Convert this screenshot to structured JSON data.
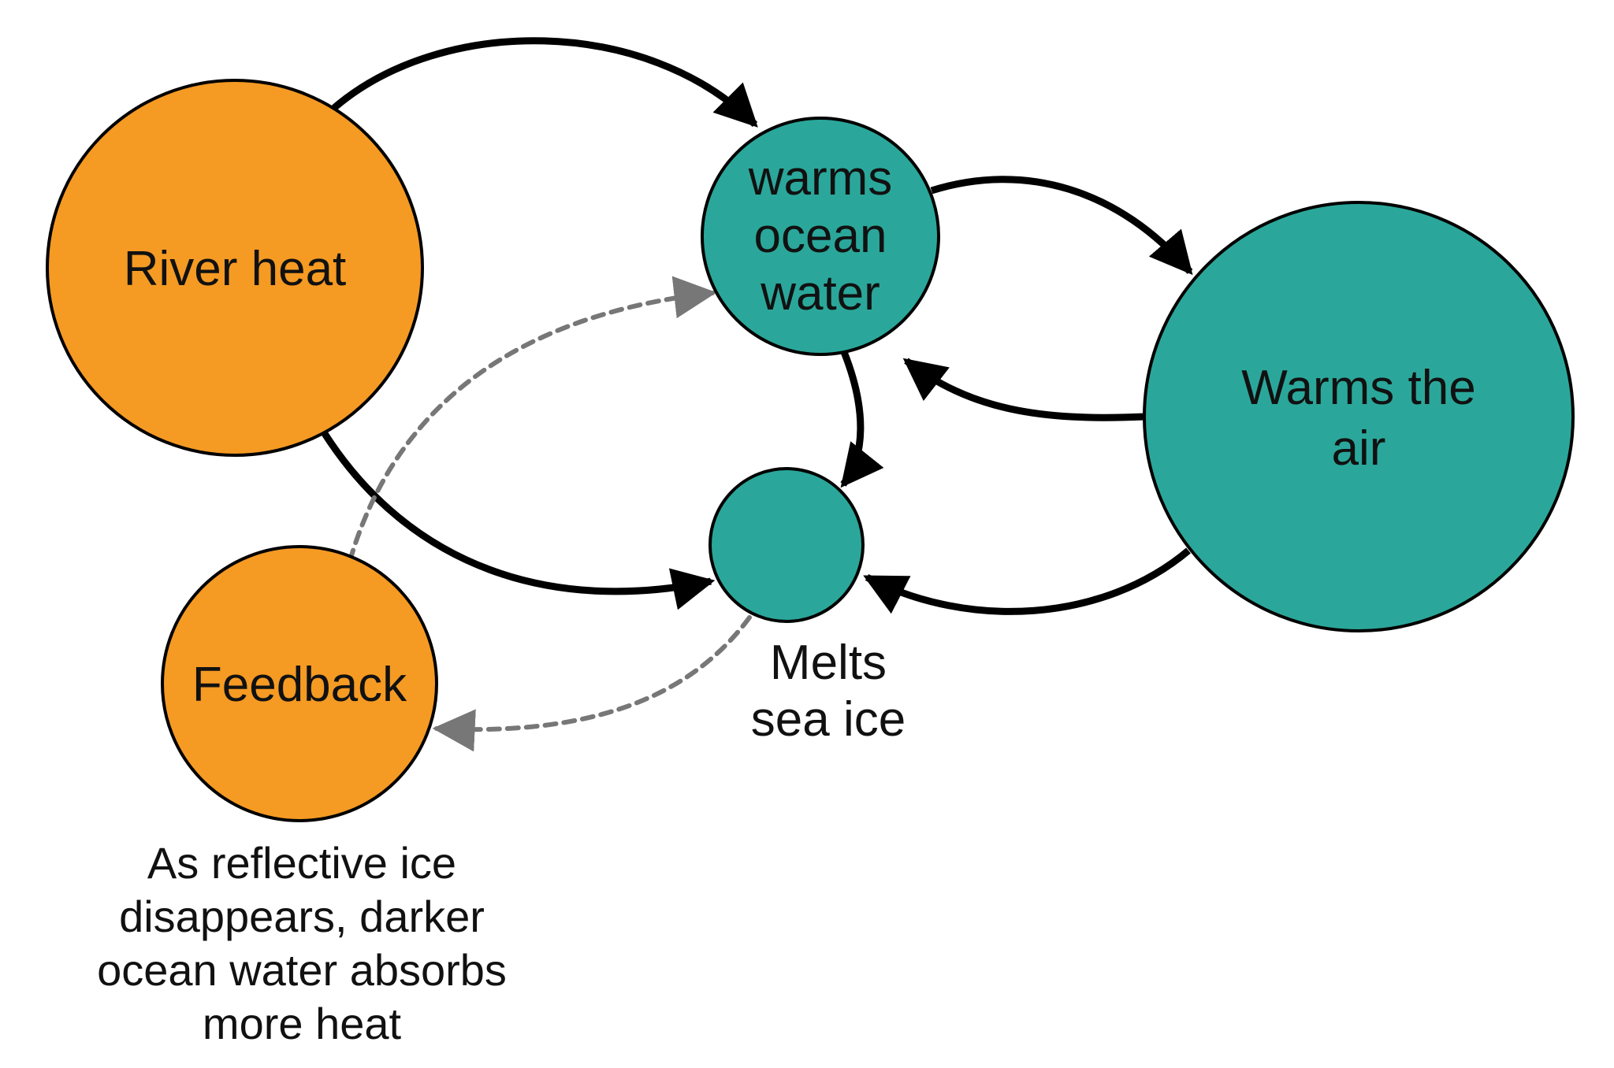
{
  "colors": {
    "orange": "#f59a23",
    "teal": "#2aa79a",
    "arrow_solid": "#000000",
    "arrow_dashed": "#777777",
    "outline": "#000000"
  },
  "nodes": {
    "river_heat": {
      "lines": [
        "River heat"
      ],
      "color": "orange"
    },
    "ocean_water": {
      "lines": [
        "warms",
        "ocean",
        "water"
      ],
      "color": "teal"
    },
    "warms_air": {
      "lines": [
        "Warms the",
        "air"
      ],
      "color": "teal"
    },
    "sea_ice": {
      "lines": [],
      "color": "teal"
    },
    "feedback": {
      "lines": [
        "Feedback"
      ],
      "color": "orange"
    }
  },
  "labels": {
    "sea_ice_label": [
      "Melts",
      "sea ice"
    ],
    "feedback_caption": [
      "As reflective ice",
      "disappears, darker",
      "ocean water absorbs",
      "more heat"
    ]
  },
  "edges": [
    {
      "from": "river_heat",
      "to": "ocean_water",
      "style": "solid"
    },
    {
      "from": "river_heat",
      "to": "sea_ice",
      "style": "solid"
    },
    {
      "from": "ocean_water",
      "to": "warms_air",
      "style": "solid"
    },
    {
      "from": "warms_air",
      "to": "ocean_water",
      "style": "solid"
    },
    {
      "from": "ocean_water",
      "to": "sea_ice",
      "style": "solid"
    },
    {
      "from": "warms_air",
      "to": "sea_ice",
      "style": "solid"
    },
    {
      "from": "feedback",
      "to": "ocean_water",
      "style": "dashed"
    },
    {
      "from": "sea_ice",
      "to": "feedback",
      "style": "dashed"
    }
  ]
}
